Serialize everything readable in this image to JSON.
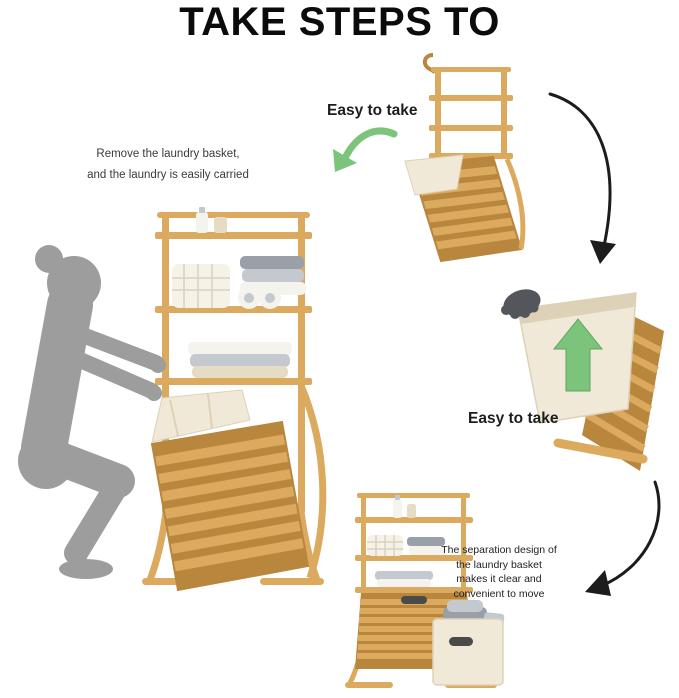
{
  "title": "TAKE STEPS TO",
  "left_note": {
    "line1": "Remove the laundry basket,",
    "line2": "and the laundry is easily carried"
  },
  "steps": {
    "step1_label": "Easy to take",
    "step2_label": "Easy to take",
    "step3_note": "The separation design of the laundry basket makes it clear and convenient to move"
  },
  "icons": {
    "green_curved_arrow": "green-curved-arrow-icon",
    "green_up_arrow": "green-up-arrow-icon",
    "step_arrow_1": "step-arrow-1-icon",
    "step_arrow_2": "step-arrow-2-icon",
    "wall_hook": "wall-hook-icon",
    "hand": "hand-icon"
  },
  "colors": {
    "background": "#ffffff",
    "bamboo": "#dcaa5f",
    "bamboo_dark": "#b9863e",
    "fabric": "#f1e9d7",
    "fabric_shade": "#ddd2b8",
    "silhouette": "#9d9d9d",
    "green": "#7cc47c",
    "arrow": "#1c1c1c",
    "towel_white": "#f5f3ee",
    "towel_gray": "#c3c9ce",
    "towel_dark": "#99a0a8",
    "towel_tan": "#e6dcc4",
    "hand": "#53565a",
    "slot": "#4a4a4a",
    "basket_white": "#f6f2e8",
    "basket_lines": "#d9d2c0"
  }
}
